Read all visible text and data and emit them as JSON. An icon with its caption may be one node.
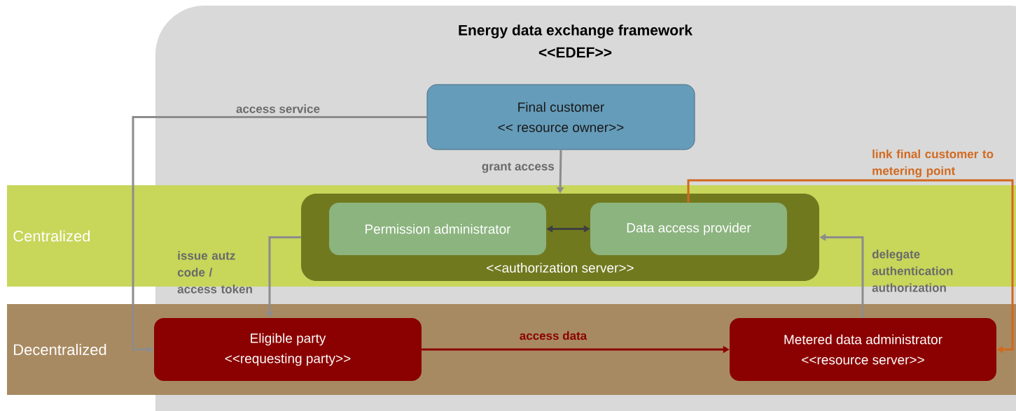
{
  "diagram": {
    "nodes": [
      {
        "text": [
          "Energy data exchange framework",
          "<<EDEF>>"
        ]
      },
      {
        "text": [
          "Centralized"
        ]
      },
      {
        "text": [
          "Decentralized"
        ]
      },
      {
        "text": [
          "Final customer",
          "<< resource owner>>"
        ],
        "in": 0
      },
      {
        "text": [
          "<<authorization server>>"
        ],
        "in": 1
      },
      {
        "text": [
          "Permission administrator"
        ],
        "in": 4
      },
      {
        "text": [
          "Data access provider"
        ],
        "in": 4
      },
      {
        "text": [
          "Eligible party",
          "<<requesting party>>"
        ],
        "in": 2
      },
      {
        "text": [
          "Metered data administrator",
          "<<resource server>>"
        ],
        "in": 2
      }
    ],
    "edges": [
      {
        "from": 3,
        "to": 7,
        "arrow": "to",
        "label": "access service"
      },
      {
        "from": 3,
        "to": 4,
        "arrow": "to",
        "label": "grant access"
      },
      {
        "from": 5,
        "to": 6,
        "arrow": "both",
        "color": "#404040"
      },
      {
        "from": 4,
        "to": 7,
        "arrow": "to",
        "label": "issue autz code / access token"
      },
      {
        "from": 7,
        "to": 8,
        "arrow": "to",
        "label": "access data",
        "color": "#8b0000"
      },
      {
        "from": 8,
        "to": 4,
        "arrow": "to",
        "label": "delegate authentication authorization"
      },
      {
        "from": 6,
        "to": 8,
        "arrow": "to",
        "label": "link final customer to metering point",
        "color": "#d2691e"
      }
    ]
  }
}
